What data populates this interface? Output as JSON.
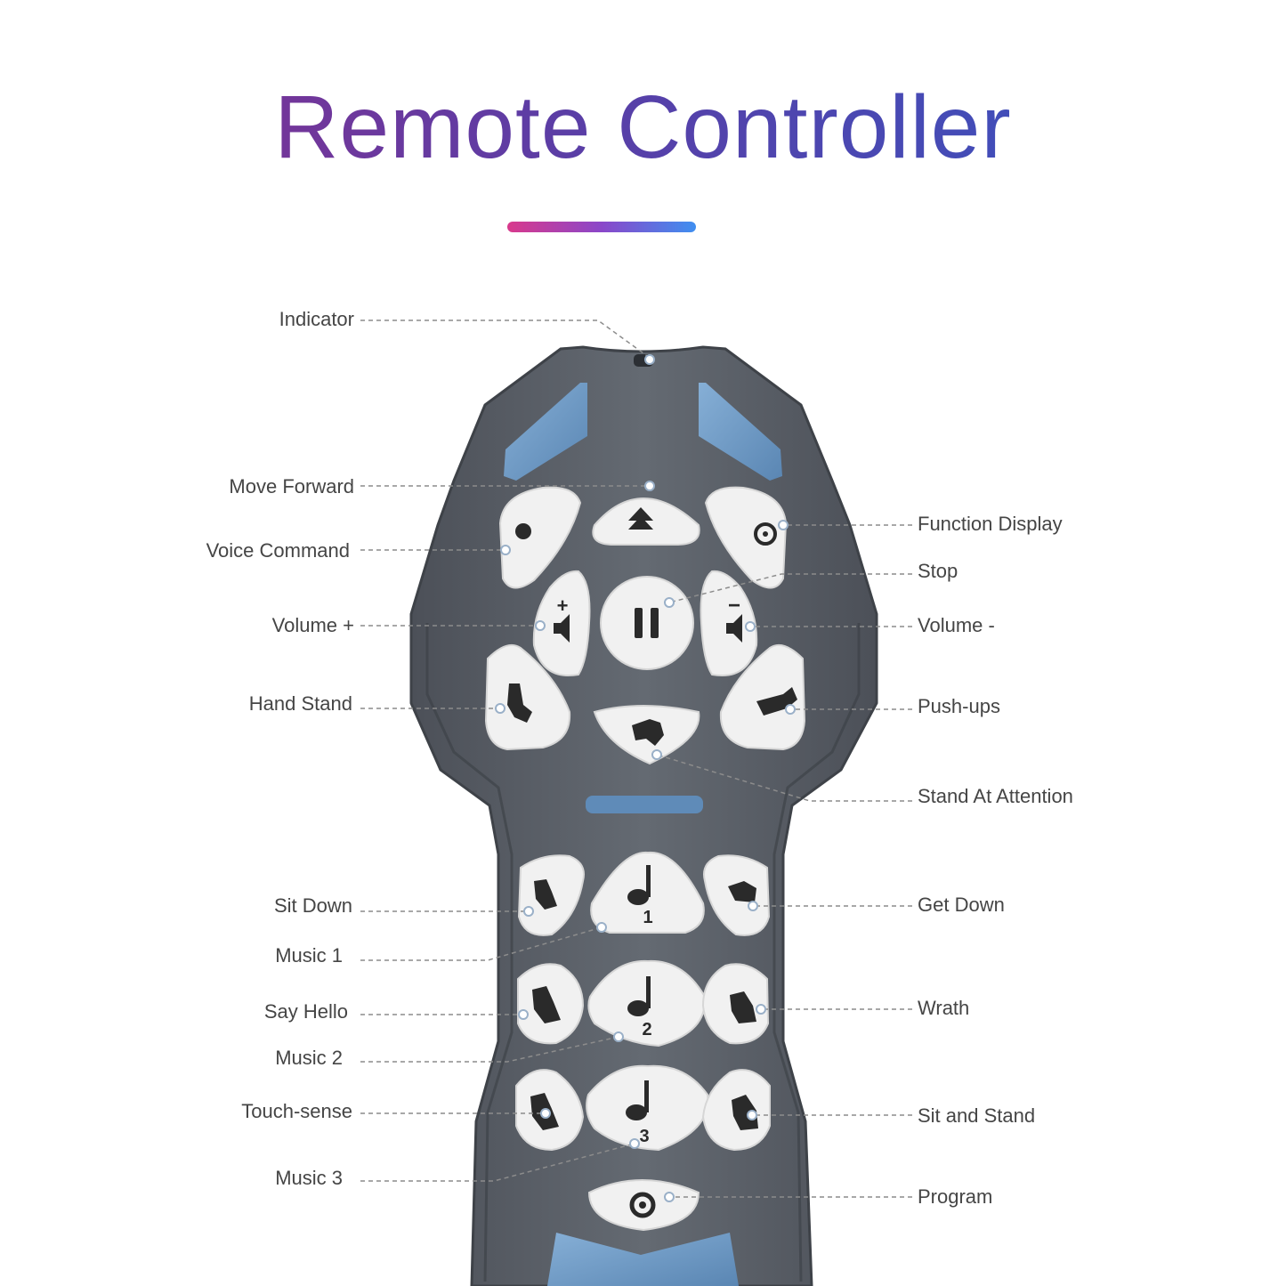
{
  "title": "Remote Controller",
  "colors": {
    "title_start": "#8a2e8e",
    "title_end": "#3257c4",
    "accent_bar_start": "#d93a8c",
    "accent_bar_end": "#3f8ff0",
    "remote_body": "#5b6068",
    "remote_edge": "#474b52",
    "blue_panel": "#6d98c2",
    "button_face": "#f1f1f1",
    "icon": "#2a2a2a",
    "label_text": "#454545"
  },
  "labels": {
    "indicator": "Indicator",
    "move_forward": "Move Forward",
    "voice_command": "Voice Command",
    "volume_plus": "Volume +",
    "hand_stand": "Hand Stand",
    "sit_down": "Sit Down",
    "music_1": "Music 1",
    "say_hello": "Say Hello",
    "music_2": "Music 2",
    "touch_sense": "Touch-sense",
    "music_3": "Music 3",
    "function_display": "Function Display",
    "stop": "Stop",
    "volume_minus": "Volume -",
    "push_ups": "Push-ups",
    "stand_at_attention": "Stand At Attention",
    "get_down": "Get Down",
    "wrath": "Wrath",
    "sit_and_stand": "Sit and Stand",
    "program": "Program"
  },
  "button_glyphs": {
    "volume_plus": "+",
    "volume_minus": "−",
    "music_1": "1",
    "music_2": "2",
    "music_3": "3"
  },
  "icons": {
    "move_forward": "up-arrow-icon",
    "voice_command": "speaking-head-icon",
    "function_display": "film-reel-icon",
    "stop": "pause-icon",
    "volume": "speaker-icon",
    "dog_actions": "dog-icon",
    "music": "music-note-icon",
    "program": "gear-icon"
  }
}
